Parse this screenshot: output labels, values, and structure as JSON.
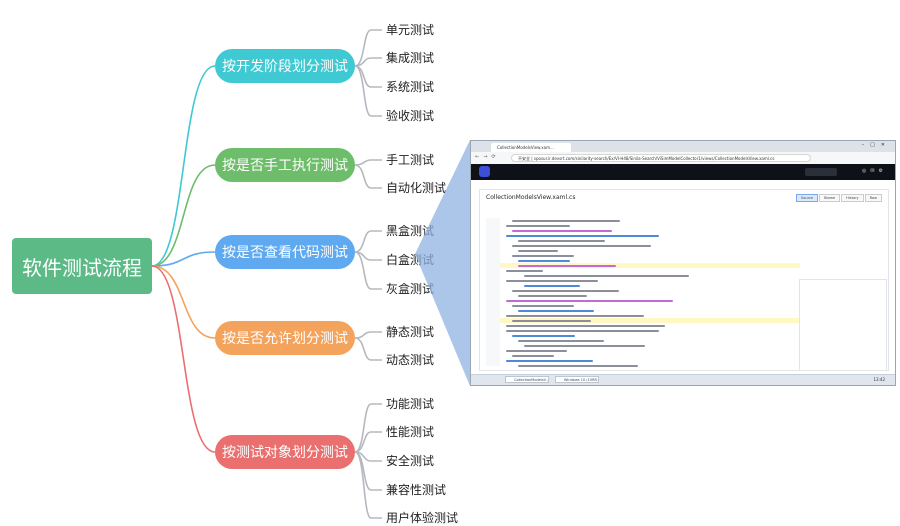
{
  "root": {
    "label": "软件测试流程"
  },
  "branches": [
    {
      "label": "按开发阶段划分测试",
      "color": "#3fc9d3",
      "leaves": [
        "单元测试",
        "集成测试",
        "系统测试",
        "验收测试"
      ]
    },
    {
      "label": "按是否手工执行测试",
      "color": "#6dbd6a",
      "leaves": [
        "手工测试",
        "自动化测试"
      ]
    },
    {
      "label": "按是否查看代码测试",
      "color": "#5ea9ef",
      "leaves": [
        "黑盒测试",
        "白盒测试",
        "灰盒测试"
      ]
    },
    {
      "label": "按是否允许划分测试",
      "color": "#f4a35c",
      "leaves": [
        "静态测试",
        "动态测试"
      ]
    },
    {
      "label": "按测试对象划分测试",
      "color": "#ea6f6f",
      "leaves": [
        "功能测试",
        "性能测试",
        "安全测试",
        "兼容性测试",
        "用户体验测试"
      ]
    }
  ],
  "screenshot": {
    "tab_title": "CollectionModelsView.xam...",
    "url": "不安全 | sposur.ir.devsrt.com/sinilarity-search/Ex/VI-H48/Sinila-Search/ViSimModelCollector1/views/CollectionModelsView.xaml.cs",
    "file_title": "CollectionModelsView.xaml.cs",
    "views": [
      "Source",
      "Blame",
      "History",
      "Raw"
    ],
    "taskbar_items": [
      "CollectionModelsV...",
      "Windows 10 (15RR..."
    ],
    "clock": "13:42",
    "colors": {
      "header": "#0e1117",
      "zoom_panel": "#8fb3e0"
    }
  }
}
